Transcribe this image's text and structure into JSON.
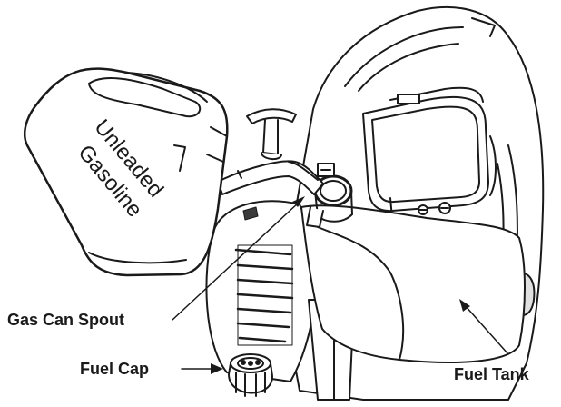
{
  "can": {
    "line1": "Unleaded",
    "line2": "Gasoline"
  },
  "labels": {
    "gas_can_spout": "Gas Can Spout",
    "fuel_cap": "Fuel Cap",
    "fuel_tank": "Fuel Tank"
  },
  "colors": {
    "line": "#1a1a1a",
    "fill": "#ffffff",
    "shade": "#d9d9d9",
    "dark": "#3a3a3a"
  }
}
